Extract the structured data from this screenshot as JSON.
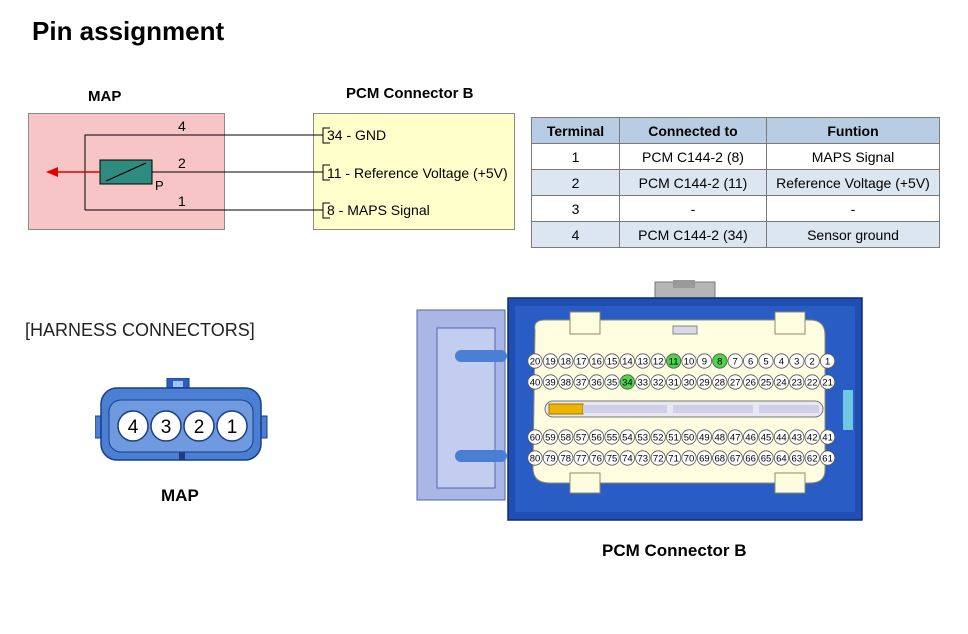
{
  "title": "Pin assignment",
  "schematic": {
    "map_label": "MAP",
    "pcm_label": "PCM Connector B",
    "sensor_symbol_letter": "P",
    "map_pins": [
      "4",
      "2",
      "1"
    ],
    "pcm_pins": [
      "34 - GND",
      "11 - Reference Voltage (+5V)",
      "8 - MAPS Signal"
    ],
    "colors": {
      "map_fill": "#f7c5c5",
      "pcm_fill": "#ffffcc",
      "sensor_fill": "#2e8b80",
      "arrow": "#e00000"
    }
  },
  "table": {
    "headers": [
      "Terminal",
      "Connected to",
      "Funtion"
    ],
    "rows": [
      [
        "1",
        "PCM C144-2 (8)",
        "MAPS Signal"
      ],
      [
        "2",
        "PCM C144-2 (11)",
        "Reference Voltage (+5V)"
      ],
      [
        "3",
        "-",
        "-"
      ],
      [
        "4",
        "PCM C144-2 (34)",
        "Sensor ground"
      ]
    ]
  },
  "harness": {
    "title": "[HARNESS CONNECTORS]",
    "map_connector": {
      "caption": "MAP",
      "pins": [
        "4",
        "3",
        "2",
        "1"
      ],
      "color": "#4a7fd4"
    },
    "pcm_connector": {
      "caption": "PCM Connector B",
      "row1": [
        "20",
        "19",
        "18",
        "17",
        "16",
        "15",
        "14",
        "13",
        "12",
        "11",
        "10",
        "9",
        "8",
        "7",
        "6",
        "5",
        "4",
        "3",
        "2",
        "1"
      ],
      "row2": [
        "40",
        "39",
        "38",
        "37",
        "36",
        "35",
        "34",
        "33",
        "32",
        "31",
        "30",
        "29",
        "28",
        "27",
        "26",
        "25",
        "24",
        "23",
        "22",
        "21"
      ],
      "row3": [
        "60",
        "59",
        "58",
        "57",
        "56",
        "55",
        "54",
        "53",
        "52",
        "51",
        "50",
        "49",
        "48",
        "47",
        "46",
        "45",
        "44",
        "43",
        "42",
        "41"
      ],
      "row4": [
        "80",
        "79",
        "78",
        "77",
        "76",
        "75",
        "74",
        "73",
        "72",
        "71",
        "70",
        "69",
        "68",
        "67",
        "66",
        "65",
        "64",
        "63",
        "62",
        "61"
      ],
      "highlighted": [
        "11",
        "8",
        "34"
      ],
      "highlight_color": "#4cd44c",
      "body_color": "#1f4fb5",
      "face_color": "#fffde0"
    }
  }
}
